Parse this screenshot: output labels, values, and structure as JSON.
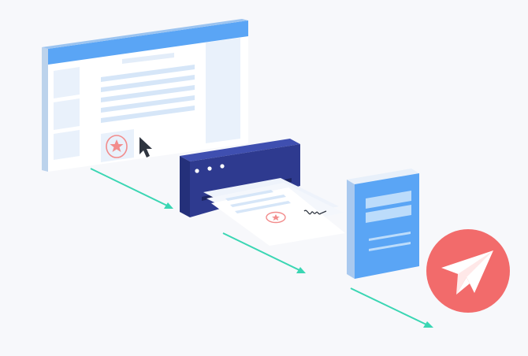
{
  "scene": {
    "steps": [
      {
        "id": "browser",
        "icon": "browser-window-with-stamp-icon"
      },
      {
        "id": "printer",
        "icon": "printer-icon"
      },
      {
        "id": "book",
        "icon": "book-icon"
      },
      {
        "id": "send",
        "icon": "paper-plane-icon"
      }
    ],
    "colors": {
      "background": "#f7f8fb",
      "browser_bar": "#5aa5f5",
      "browser_body": "#ffffff",
      "browser_side": "#bcd3ec",
      "panel": "#e9f1fb",
      "line": "#d6e6f8",
      "stamp": "#f28c8c",
      "printer_front": "#2e3a8f",
      "printer_top": "#3b4aa6",
      "book_cover": "#5aa5f5",
      "book_spine": "#a9c9ef",
      "book_pages": "#e8f0fa",
      "arrow": "#3ad6b3",
      "send_circle": "#f26b6b",
      "cursor": "#2f3540"
    }
  }
}
